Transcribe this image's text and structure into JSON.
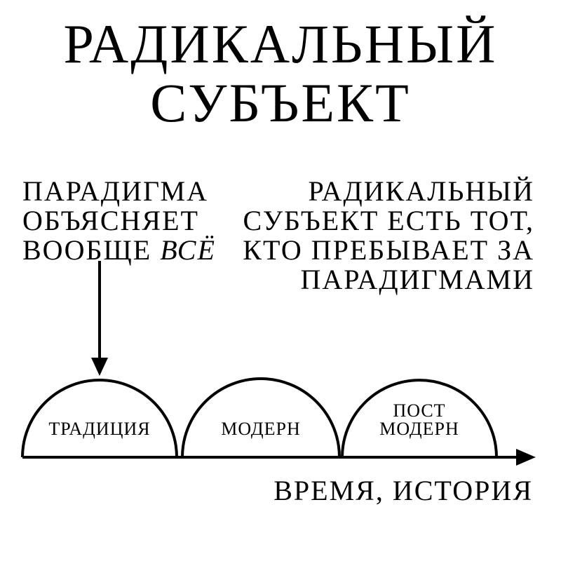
{
  "title": {
    "line1": "РАДИКАЛЬНЫЙ",
    "line2": "СУБЪЕКТ"
  },
  "left_note": {
    "line1": "ПАРАДИГМА",
    "line2": "ОБЪЯСНЯЕТ",
    "line3_prefix": "ВООБЩЕ",
    "line3_emphasis": "ВСЁ"
  },
  "right_note": {
    "line1": "РАДИКАЛЬНЫЙ",
    "line2": "СУБЪЕКТ ЕСТЬ ТОТ,",
    "line3": "КТО ПРЕБЫВАЕТ ЗА",
    "line4": "ПАРАДИГМАМИ"
  },
  "paradigms": [
    {
      "label_line1": "ТРАДИЦИЯ",
      "label_line2": ""
    },
    {
      "label_line1": "МОДЕРН",
      "label_line2": ""
    },
    {
      "label_line1": "ПОСТ",
      "label_line2": "МОДЕРН"
    }
  ],
  "axis": {
    "label": "ВРЕМЯ, ИСТОРИЯ"
  },
  "colors": {
    "ink": "#000000",
    "background": "#ffffff"
  }
}
